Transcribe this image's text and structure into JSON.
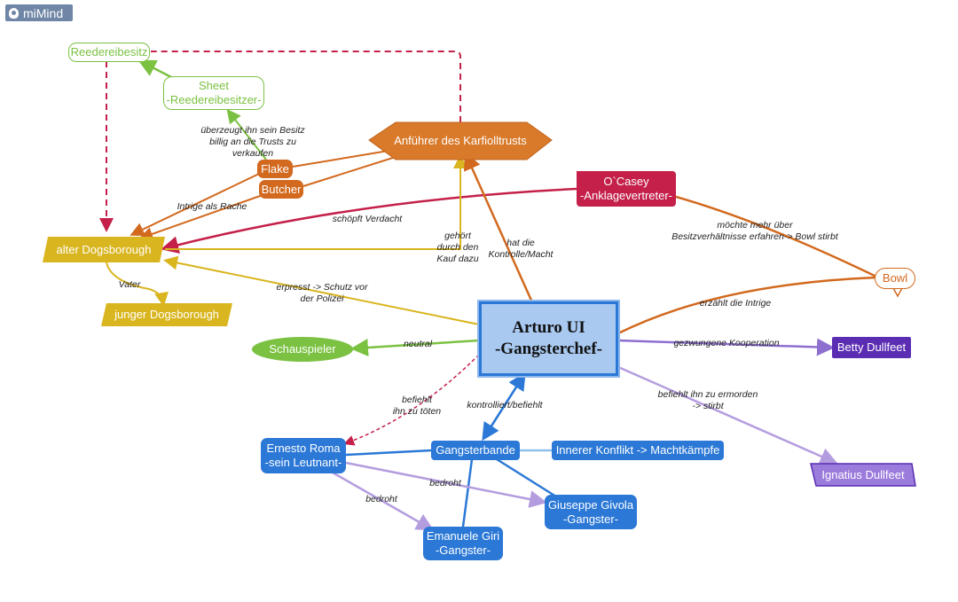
{
  "app": {
    "logo_text": "miMind"
  },
  "colors": {
    "green_light": "#7bc142",
    "orange": "#d2691e",
    "crimson": "#c4204a",
    "yellow": "#d9b51f",
    "blue": "#2b78d6",
    "purple": "#5b2db3",
    "lavender": "#9b7bdb"
  },
  "nodes": {
    "reedereibesitz": "Reedereibesitz",
    "sheet": "Sheet\n-Reedereibesitzer-",
    "karfiolltrust": "Anführer des Karfiolltrusts",
    "flake": "Flake",
    "butcher": "Butcher",
    "ocasey": "O`Casey\n-Anklagevertreter-",
    "alter_dogsborough": "alter Dogsborough",
    "junger_dogsborough": "junger Dogsborough",
    "bowl": "Bowl",
    "arturo": "Arturo UI\n-Gangsterchef-",
    "schauspieler": "Schauspieler",
    "betty": "Betty Dullfeet",
    "ignatius": "Ignatius Dullfeet",
    "roma": "Ernesto Roma\n-sein Leutnant-",
    "gangsterbande": "Gangsterbande",
    "konflikt": "Innerer Konflikt -> Machtkämpfe",
    "givola": "Giuseppe Givola\n-Gangster-",
    "giri": "Emanuele Giri\n-Gangster-"
  },
  "edge_labels": {
    "ueberzeugt": "überzeugt ihn sein Besitz\nbillig an die Trusts zu\nverkaufen",
    "intrige_rache": "Intrige als Rache",
    "schoepft_verdacht": "schöpft Verdacht",
    "gehoert_kauf": "gehört\ndurch den\nKauf dazu",
    "kontrolle_macht": "hat die\nKontrolle/Macht",
    "moechte_mehr": "möchte mehr über\nBesitzverhältnisse erfahren-> Bowl stirbt",
    "vater": "Vater",
    "erpresst": "erpresst -> Schutz vor\nder Polizei",
    "erzaehlt": "erzählt die Intrige",
    "neutral": "neutral",
    "gezwungene": "gezwungene Kooperation",
    "befiehlt_toeten": "befiehlt\nihn zu töten",
    "kontrolliert": "kontrolliert/befiehlt",
    "befiehlt_ermorden": "befiehlt ihn zu ermorden\n-> stirbt",
    "bedroht_a": "bedroht",
    "bedroht_b": "bedroht"
  }
}
